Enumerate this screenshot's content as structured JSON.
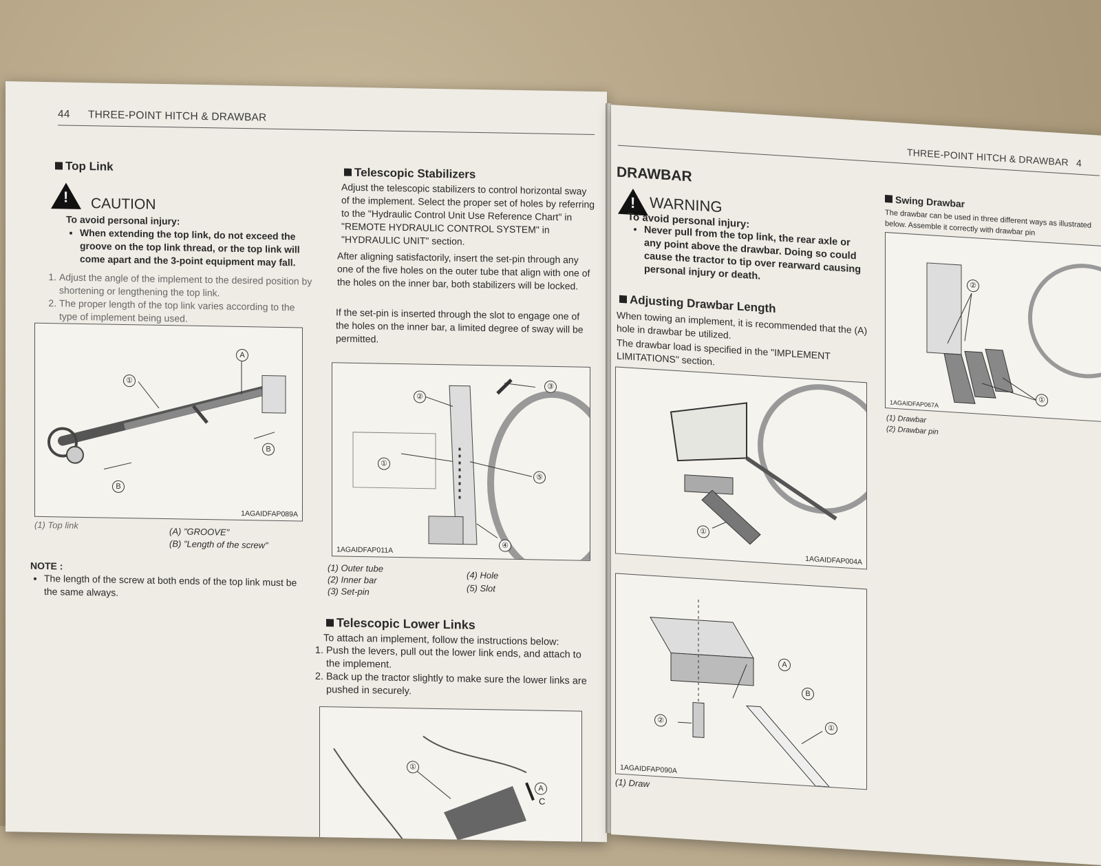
{
  "left_page": {
    "header": {
      "page_number": "44",
      "title": "THREE-POINT HITCH & DRAWBAR"
    },
    "top_link": {
      "heading": "Top Link",
      "caution_label": "CAUTION",
      "caution_intro": "To avoid personal injury:",
      "caution_bullet": "When extending the top link, do not exceed the groove on the top link thread, or the top link will come apart and the 3-point equipment may fall.",
      "steps": [
        "Adjust the angle of the implement to the desired position by shortening or lengthening the top link.",
        "The proper length of the top link varies according to the type of implement being used."
      ],
      "figure": {
        "id": "1AGAIDFAP089A",
        "callouts": [
          "①",
          "A",
          "B",
          "B"
        ],
        "legend_1": "(1) Top link",
        "legend_a": "(A) \"GROOVE\"",
        "legend_b": "(B) \"Length of the screw\""
      },
      "note_label": "NOTE :",
      "note_text": "The length of the screw at both ends of the top link must be the same always."
    },
    "telescopic_stabilizers": {
      "heading": "Telescopic Stabilizers",
      "para1": "Adjust the telescopic stabilizers to control horizontal sway of the implement. Select the proper set of holes by referring to the \"Hydraulic Control Unit Use Reference Chart\" in \"REMOTE HYDRAULIC CONTROL SYSTEM\" in \"HYDRAULIC UNIT\" section.",
      "para2": "After aligning satisfactorily, insert the set-pin through any one of the five holes on the outer tube that align with one of the holes on the inner bar, both stabilizers will be locked.",
      "para3": "If the set-pin is inserted through the slot to engage one of the holes on the inner bar, a limited degree of sway will be permitted.",
      "figure": {
        "id": "1AGAIDFAP011A",
        "callouts": [
          "①",
          "②",
          "③",
          "④",
          "⑤"
        ],
        "legend": [
          "(1) Outer tube",
          "(2) Inner bar",
          "(3) Set-pin",
          "(4) Hole",
          "(5) Slot"
        ]
      }
    },
    "telescopic_lower_links": {
      "heading": "Telescopic Lower Links",
      "intro": "To attach an implement, follow the instructions below:",
      "steps": [
        "Push the levers, pull out the lower link ends, and attach to the implement.",
        "Back up the tractor slightly to make sure the lower links are pushed in securely."
      ],
      "figure": {
        "callouts": [
          "①",
          "A",
          "C"
        ]
      }
    }
  },
  "right_page": {
    "header": {
      "title": "THREE-POINT HITCH & DRAWBAR",
      "page_number": "4"
    },
    "drawbar": {
      "heading": "DRAWBAR",
      "warning_label": "WARNING",
      "warning_intro": "To avoid personal injury:",
      "warning_bullet": "Never pull from the top link, the rear axle or any point above the drawbar. Doing so could cause the tractor to tip over rearward causing personal injury or death."
    },
    "adjusting_length": {
      "heading": "Adjusting Drawbar Length",
      "para1": "When towing an implement, it is recommended that the (A) hole in drawbar be utilized.",
      "para2": "The drawbar load is specified in the \"IMPLEMENT LIMITATIONS\" section.",
      "figure1": {
        "id": "1AGAIDFAP004A",
        "callouts": [
          "①"
        ]
      },
      "figure2": {
        "id": "1AGAIDFAP090A",
        "callouts": [
          "①",
          "②",
          "A",
          "B"
        ],
        "legend_partial": "(1) Draw"
      }
    },
    "swing_drawbar": {
      "heading": "Swing Drawbar",
      "para": "The drawbar can be used in three different ways as illustrated below. Assemble it correctly with drawbar pin",
      "figure": {
        "id": "1AGAIDFAP067A",
        "callouts": [
          "①",
          "②"
        ]
      },
      "legend": [
        "(1) Drawbar",
        "(2) Drawbar pin"
      ]
    }
  }
}
